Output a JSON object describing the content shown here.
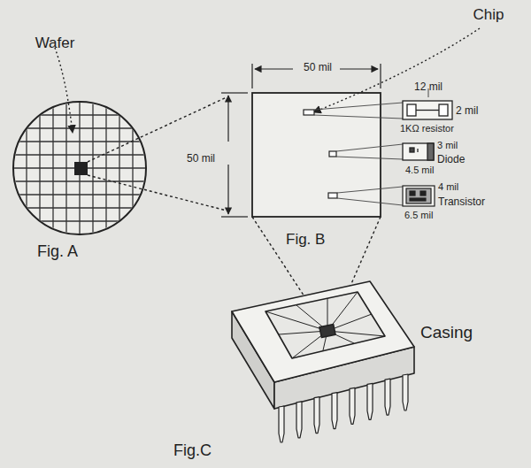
{
  "diagram": {
    "labels": [
      "Wafer",
      "Chip",
      "50 mil",
      "12 mil",
      "2 mil",
      "1KΩ resistor",
      "50 mil",
      "3 mil",
      "Diode",
      "4.5 mil",
      "4 mil",
      "Transistor",
      "6.5 mil",
      "Fig. A",
      "Fig. B",
      "Casing",
      "Fig.C"
    ]
  }
}
